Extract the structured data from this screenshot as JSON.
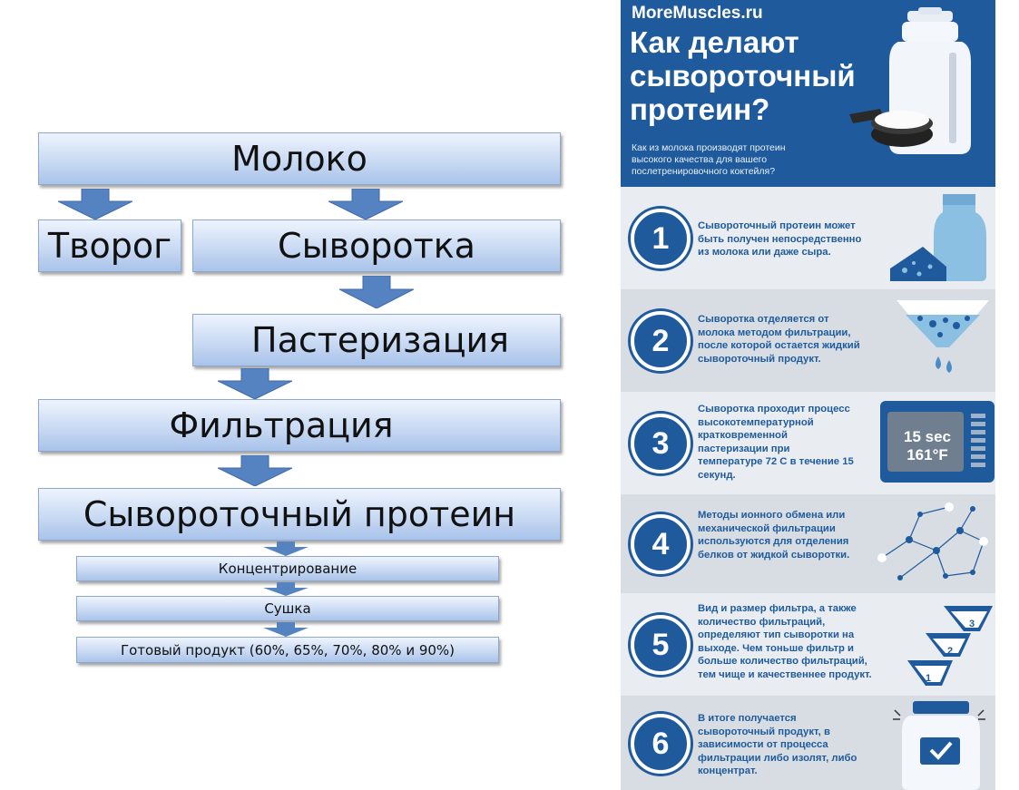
{
  "flow": {
    "milk": "Молоко",
    "curd": "Творог",
    "whey": "Сыворотка",
    "pasteurization": "Пастеризация",
    "filtration": "Фильтрация",
    "whey_protein": "Сывороточный протеин",
    "concentration": "Концентрирование",
    "drying": "Сушка",
    "final_product": "Готовый продукт (60%, 65%, 70%, 80% и 90%)"
  },
  "infographic": {
    "site": "MoreMuscles.ru",
    "title_line1": "Как делают",
    "title_line2": "сывороточный",
    "title_line3": "протеин?",
    "subtitle_lines": [
      "Как из молока производят протеин",
      "высокого качества для вашего",
      "послетренировочного коктейля?"
    ],
    "steps": [
      {
        "num": "1",
        "lines": [
          "Сывороточный протеин может",
          "быть получен непосредственно",
          "из молока или даже сыра."
        ]
      },
      {
        "num": "2",
        "lines": [
          "Сыворотка отделяется от",
          "молока методом фильтрации,",
          "после которой остается  жидкий",
          "сывороточный продукт."
        ]
      },
      {
        "num": "3",
        "lines": [
          "Сыворотка проходит процесс",
          "высокотемпературной",
          "кратковременной",
          "пастеризации при",
          "температуре 72 С в течение 15",
          "секунд."
        ]
      },
      {
        "num": "4",
        "lines": [
          "Методы ионного обмена или",
          "механической фильтрации",
          "используются для отделения",
          "белков от жидкой сыворотки."
        ]
      },
      {
        "num": "5",
        "lines": [
          "Вид и размер фильтра, а также",
          "количество фильтраций,",
          "определяют тип сыворотки на",
          "выходе. Чем тоньше фильтр и",
          "больше количество фильтраций,",
          "тем чище и качественнее продукт."
        ]
      },
      {
        "num": "6",
        "lines": [
          "В итоге получается",
          "сывороточный продукт,  в",
          "зависимости от процесса",
          "фильтрации либо изолят, либо",
          "концентрат."
        ]
      }
    ],
    "timer_time": "15 sec",
    "timer_temp": "161°F",
    "filter_labels": [
      "3",
      "2",
      "1"
    ],
    "colors": {
      "brand_blue": "#1f5b9c",
      "panel_light": "#e9edf1",
      "panel_dark": "#d7dde3"
    }
  }
}
